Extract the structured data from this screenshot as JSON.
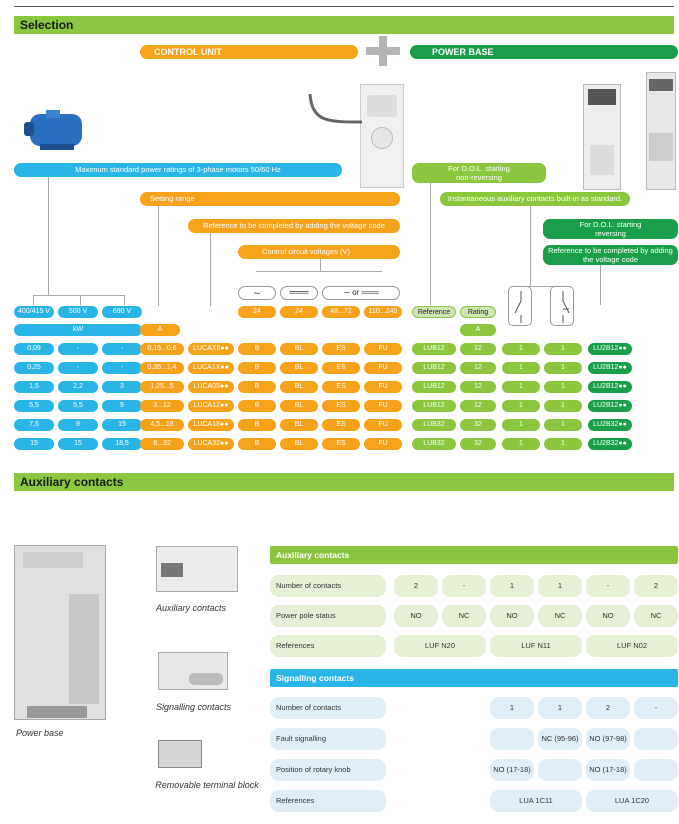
{
  "sections": {
    "selection": "Selection",
    "auxiliary": "Auxiliary contacts"
  },
  "top": {
    "control_unit": "CONTROL UNIT",
    "power_base": "POWER BASE",
    "plus": "+"
  },
  "labels": {
    "motor_ratings": "Maximum standard power ratings of 3-phase motors 50/60 Hz",
    "setting_range": "Setting range",
    "reference_voltage": "Reference to be completed by adding the voltage code",
    "control_voltages": "Control circuit voltages (V)",
    "dol_non_rev": "For D.O.L. starting non-reversing",
    "inst_aux": "Instantaneous auxiliary contacts built-in as standard.",
    "dol_rev": "For D.O.L. starting reversing",
    "ref_voltage_rev": "Reference to be completed by adding the voltage code",
    "or": "or"
  },
  "headers": {
    "v400": "400/415 V",
    "v500": "500 V",
    "v690": "690 V",
    "kw": "kW",
    "a": "A",
    "vc1": "24",
    "vc2": "24",
    "vc3": "48...72",
    "vc4": "110...240",
    "reference": "Reference",
    "rating": "Rating",
    "rating_unit": "A"
  },
  "rows": [
    {
      "k400": "0,09",
      "k500": "-",
      "k690": "-",
      "range": "0,15...0,6",
      "ref": "LUCAX6●●",
      "c1": "B",
      "c2": "BL",
      "c3": "ES",
      "c4": "FU",
      "pb": "LUB12",
      "r": "12",
      "n1": "1",
      "n2": "1",
      "rev": "LU2B12●●"
    },
    {
      "k400": "0,25",
      "k500": "-",
      "k690": "-",
      "range": "0,35...1,4",
      "ref": "LUCA1X●●",
      "c1": "B",
      "c2": "BL",
      "c3": "ES",
      "c4": "FU",
      "pb": "LUB12",
      "r": "12",
      "n1": "1",
      "n2": "1",
      "rev": "LU2B12●●"
    },
    {
      "k400": "1,5",
      "k500": "2,2",
      "k690": "3",
      "range": "1,25...5",
      "ref": "LUCA05●●",
      "c1": "B",
      "c2": "BL",
      "c3": "ES",
      "c4": "FU",
      "pb": "LUB12",
      "r": "12",
      "n1": "1",
      "n2": "1",
      "rev": "LU2B12●●"
    },
    {
      "k400": "5,5",
      "k500": "5,5",
      "k690": "9",
      "range": "3...12",
      "ref": "LUCA12●●",
      "c1": "B",
      "c2": "BL",
      "c3": "ES",
      "c4": "FU",
      "pb": "LUB12",
      "r": "12",
      "n1": "1",
      "n2": "1",
      "rev": "LU2B12●●"
    },
    {
      "k400": "7,5",
      "k500": "9",
      "k690": "15",
      "range": "4,5...18",
      "ref": "LUCA18●●",
      "c1": "B",
      "c2": "BL",
      "c3": "ES",
      "c4": "FU",
      "pb": "LUB32",
      "r": "32",
      "n1": "1",
      "n2": "1",
      "rev": "LU2B32●●"
    },
    {
      "k400": "15",
      "k500": "15",
      "k690": "18,5",
      "range": "8...32",
      "ref": "LUCA32●●",
      "c1": "B",
      "c2": "BL",
      "c3": "ES",
      "c4": "FU",
      "pb": "LUB32",
      "r": "32",
      "n1": "1",
      "n2": "1",
      "rev": "LU2B32●●"
    }
  ],
  "aux_table": {
    "title": "Auxiliary contacts",
    "num_label": "Number of contacts",
    "num": [
      "2",
      "-",
      "1",
      "1",
      "-",
      "2"
    ],
    "pole_label": "Power pole status",
    "pole": [
      "NO",
      "NC",
      "NO",
      "NC",
      "NO",
      "NC"
    ],
    "ref_label": "References",
    "refs": [
      "LUF N20",
      "LUF N11",
      "LUF N02"
    ]
  },
  "sig_table": {
    "title": "Signalling contacts",
    "num_label": "Number of contacts",
    "num": [
      "1",
      "1",
      "2",
      "-"
    ],
    "fault_label": "Fault signalling",
    "fault": [
      "",
      "NC (95-96)",
      "NO (97-98)",
      ""
    ],
    "knob_label": "Position of rotary knob",
    "knob": [
      "NO (17-18)",
      "",
      "NO (17-18)",
      ""
    ],
    "ref_label": "References",
    "refs": [
      "LUA 1C11",
      "LUA 1C20"
    ]
  },
  "captions": {
    "aux": "Auxiliary contacts",
    "sig": "Signalling contacts",
    "term": "Removable terminal block",
    "base": "Power base"
  },
  "colors": {
    "green": "#8dc63f",
    "orange": "#f7a21b",
    "blue": "#29b6e6",
    "darkgreen": "#1a9e4a"
  }
}
